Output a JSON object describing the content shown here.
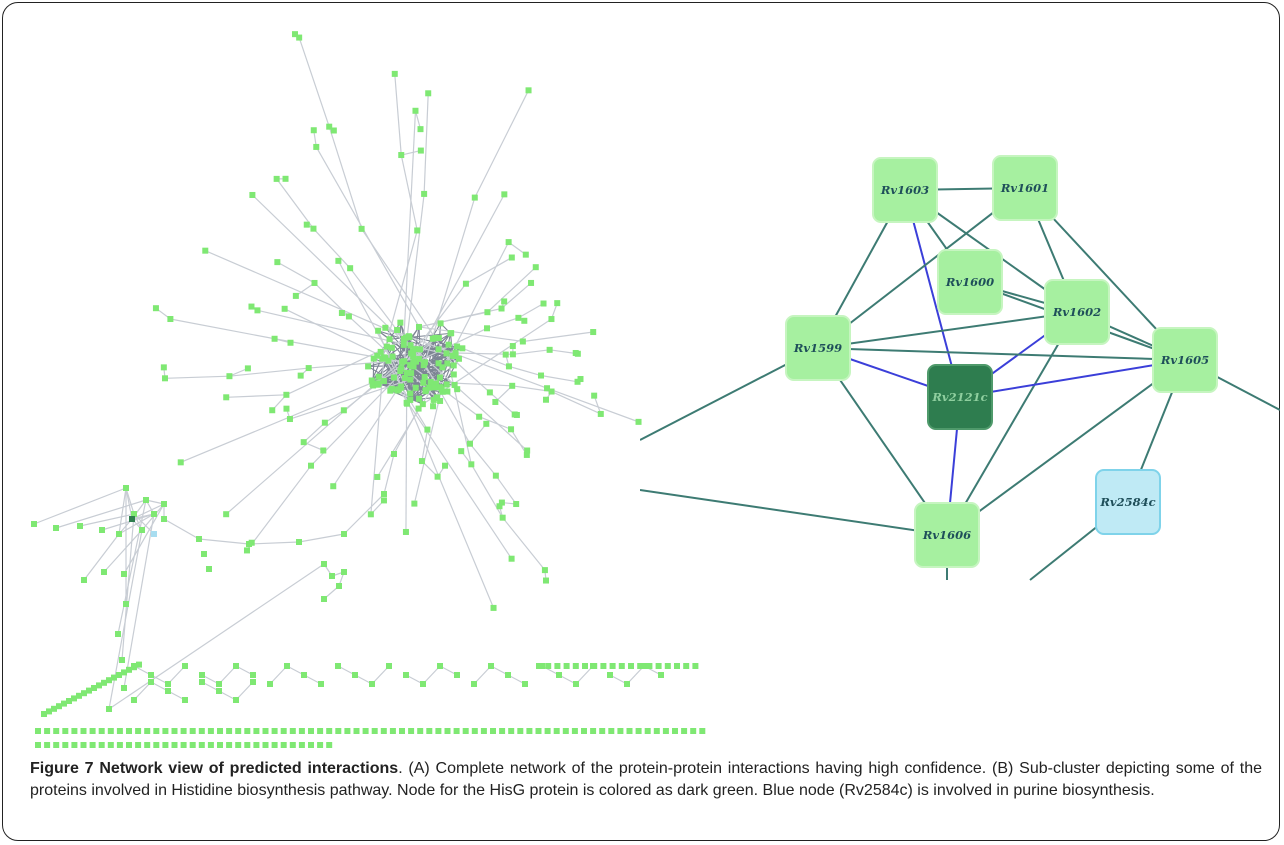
{
  "caption": {
    "title": "Figure 7 Network view of predicted interactions",
    "body": ". (A) Complete network of the protein-protein interactions having high confidence. (B) Sub-cluster depicting some of the proteins involved in Histidine biosynthesis pathway. Node for the HisG protein is colored as dark green. Blue node (Rv2584c) is involved in purine biosynthesis."
  },
  "panel_b": {
    "nodes": [
      {
        "id": "Rv1603",
        "label": "Rv1603",
        "kind": "normal"
      },
      {
        "id": "Rv1601",
        "label": "Rv1601",
        "kind": "normal"
      },
      {
        "id": "Rv1600",
        "label": "Rv1600",
        "kind": "normal"
      },
      {
        "id": "Rv1602",
        "label": "Rv1602",
        "kind": "normal"
      },
      {
        "id": "Rv1599",
        "label": "Rv1599",
        "kind": "normal"
      },
      {
        "id": "Rv1605",
        "label": "Rv1605",
        "kind": "normal"
      },
      {
        "id": "Rv2121c",
        "label": "Rv2121c",
        "kind": "hisg"
      },
      {
        "id": "Rv1606",
        "label": "Rv1606",
        "kind": "normal"
      },
      {
        "id": "Rv2584c",
        "label": "Rv2584c",
        "kind": "purine"
      }
    ],
    "colors": {
      "node_fill": "#a6f0a0",
      "node_stroke": "#c6f5c0",
      "hisg_fill": "#2e7d4f",
      "purine_fill": "#bfeaf5",
      "purine_stroke": "#7fd3ea",
      "edge": "#3d7b73",
      "edge_hisg": "#3b3fd9"
    }
  },
  "panel_a": {
    "colors": {
      "node": "#7fe873",
      "edge": "#c8cdd4",
      "hisg": "#2e7d4f",
      "purine": "#a8ddf0"
    }
  }
}
